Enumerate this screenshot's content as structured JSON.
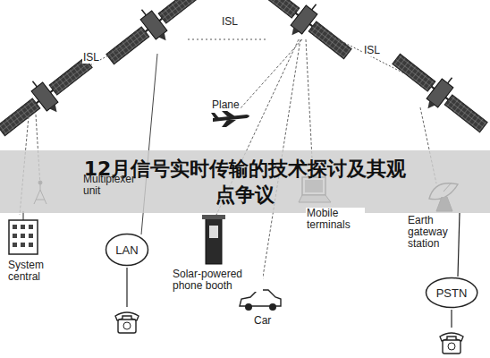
{
  "diagram": {
    "title": "12月信号实时传输的技术探讨及其观点争议",
    "nodes": [
      {
        "text": [
          "LAN"
        ]
      },
      {
        "text": [
          "PSTN"
        ]
      }
    ],
    "labels": [
      "ISL",
      "ISL",
      "ISL",
      "Plane",
      "Multiplexer unit",
      "Mobile terminals",
      "Earth gateway station",
      "System central",
      "Solar-powered phone booth",
      "Car"
    ]
  }
}
